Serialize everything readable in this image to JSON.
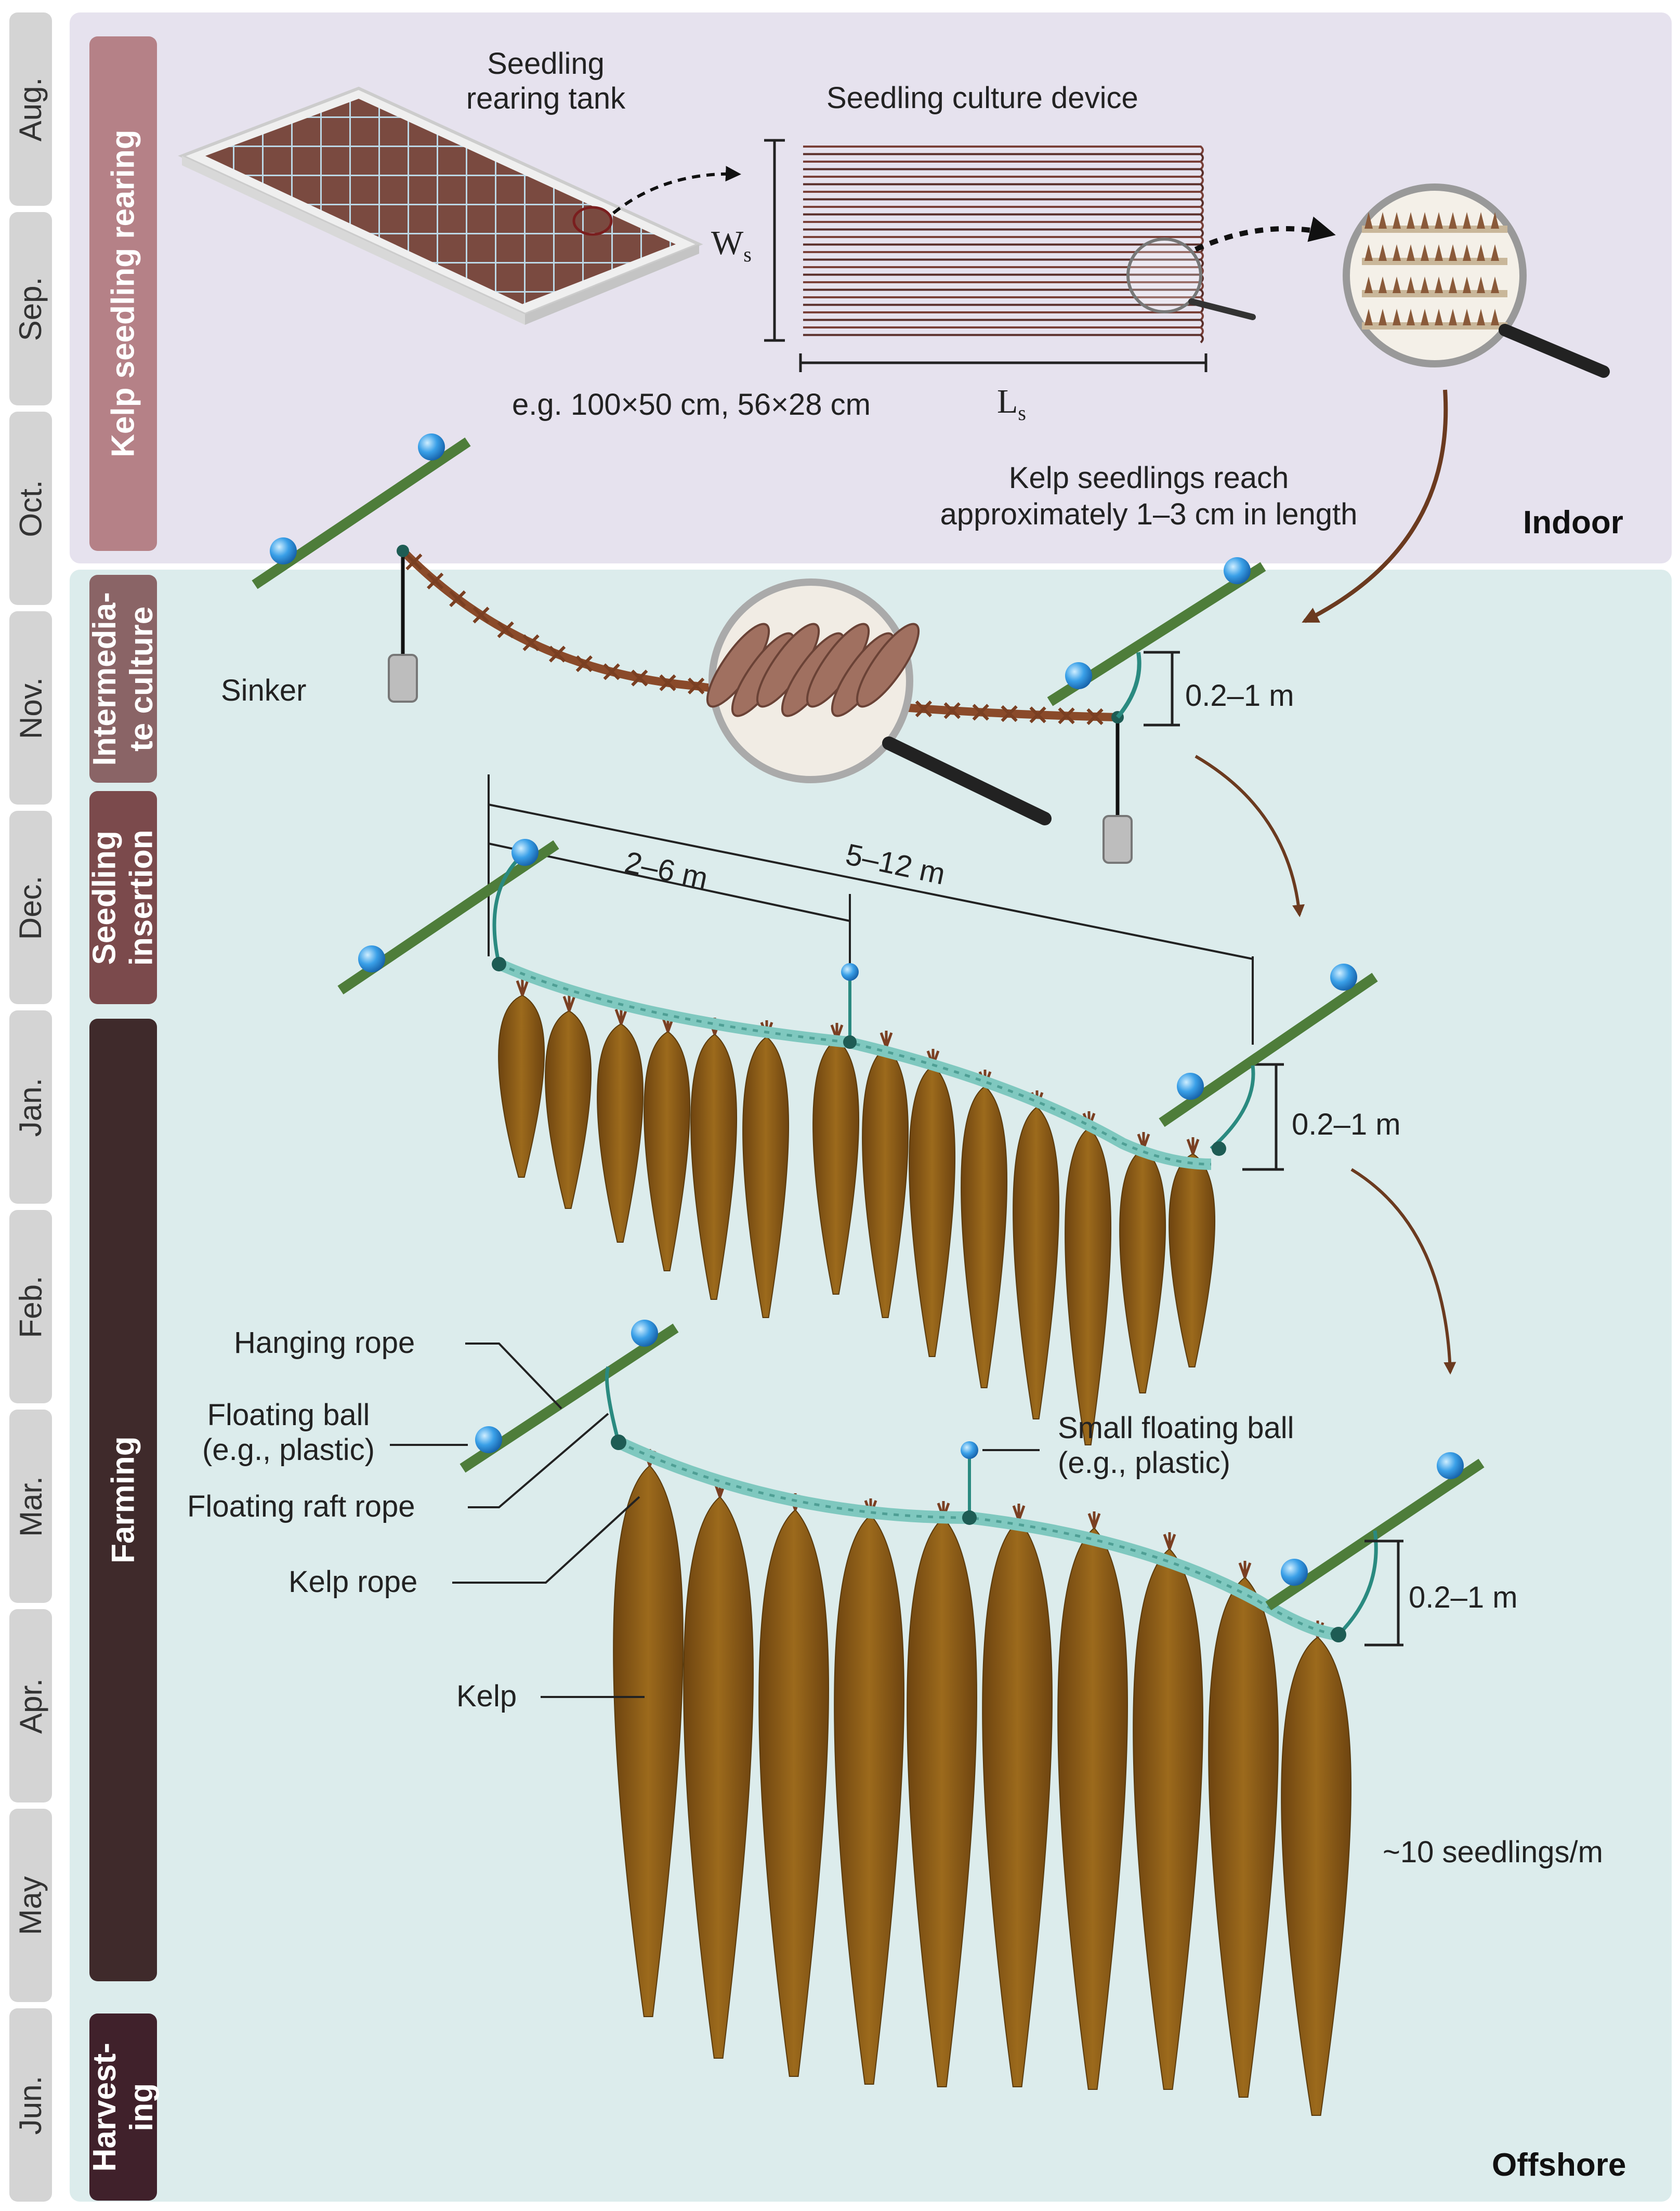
{
  "months": [
    "Aug.",
    "Sep.",
    "Oct.",
    "Nov.",
    "Dec.",
    "Jan.",
    "Feb.",
    "Mar.",
    "Apr.",
    "May",
    "Jun."
  ],
  "phases": {
    "rearing": "Kelp seedling rearing",
    "intermediate_line1": "Intermedia-",
    "intermediate_line2": "te culture",
    "insertion_line1": "Seedling",
    "insertion_line2": "insertion",
    "farming": "Farming",
    "harvesting_line1": "Harvest-",
    "harvesting_line2": "ing"
  },
  "regions": {
    "indoor": "Indoor",
    "offshore": "Offshore"
  },
  "indoor": {
    "tank_line1": "Seedling",
    "tank_line2": "rearing tank",
    "device_title": "Seedling culture device",
    "ws": "W",
    "ws_sub": "s",
    "ls": "L",
    "ls_sub": "s",
    "size_example": "e.g. 100×50 cm, 56×28 cm",
    "reach_line1": "Kelp seedlings reach",
    "reach_line2": "approximately 1–3 cm in length"
  },
  "intermediate": {
    "sinker": "Sinker",
    "depth": "0.2–1 m"
  },
  "insertion": {
    "span_short": "2–6 m",
    "span_long": "5–12 m",
    "depth": "0.2–1 m"
  },
  "farming": {
    "hanging_rope": "Hanging rope",
    "floating_ball_line1": "Floating ball",
    "floating_ball_line2": "(e.g., plastic)",
    "raft_rope": "Floating raft rope",
    "kelp_rope": "Kelp rope",
    "kelp": "Kelp",
    "small_ball_line1": "Small floating ball",
    "small_ball_line2": "(e.g., plastic)",
    "depth": "0.2–1 m",
    "density": "~10 seedlings/m"
  },
  "colors": {
    "indoor_bg": "#e6e2ee",
    "offshore_bg": "#dcecec",
    "phase_rearing": "#b58187",
    "phase_intermediate": "#8a6466",
    "phase_insertion": "#7b4a4c",
    "phase_farming": "#3f2a2b",
    "phase_harvesting": "#40212b",
    "month_tab": "#d4d4d4",
    "kelp": "#8a5a14",
    "rope": "#7fc8bf",
    "raft_rope": "#4e7d3a",
    "ball": "#2f8fd8",
    "arrow": "#6b3a1f"
  }
}
